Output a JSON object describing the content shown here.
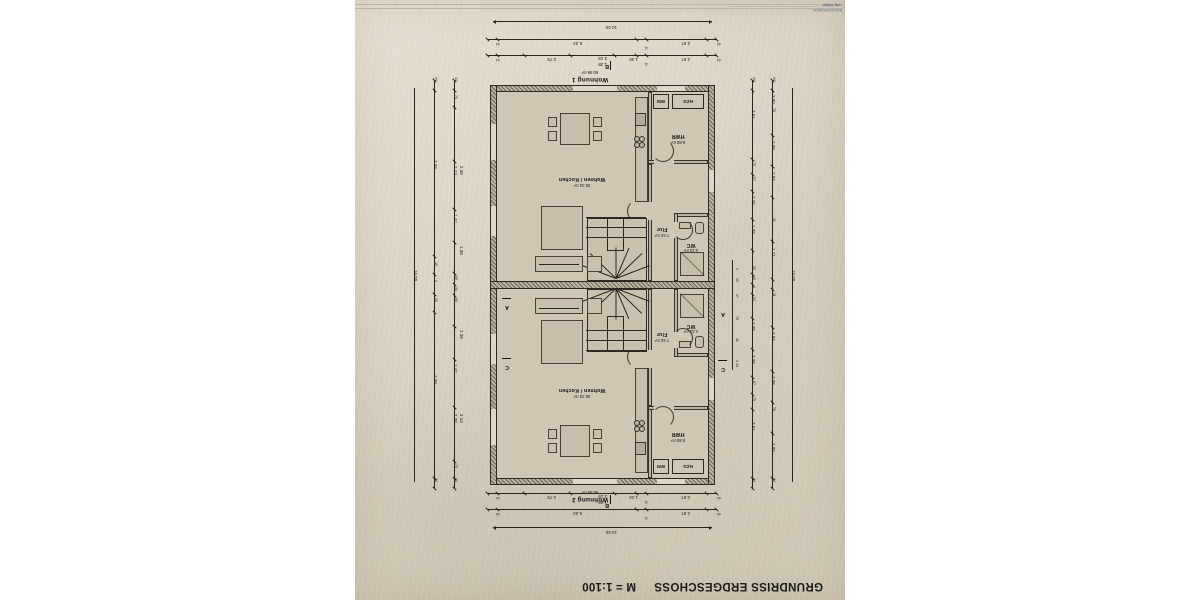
{
  "document": {
    "title": "GRUNDRISS ERDGESCHOSS",
    "scale": "M = 1:100",
    "titleblock": {
      "field_label": "BAUVORHABEN",
      "client": "Jörg Bregar"
    }
  },
  "units": [
    {
      "id": "wohnung-2",
      "name": "Wohnung 2",
      "area": "60.98 m²",
      "rooms": [
        {
          "id": "hwr-2",
          "name": "HWR",
          "area": "9.80 m²"
        },
        {
          "id": "wk-2",
          "name": "Wohnen / Kochen",
          "area": "39.33 m²"
        },
        {
          "id": "flur-2",
          "name": "Flur",
          "area": "7.52 m²"
        },
        {
          "id": "wc-2",
          "name": "WC",
          "area": "4.33 m²"
        }
      ],
      "equipment": [
        {
          "id": "hzg-2",
          "label": "HZG"
        },
        {
          "id": "wm-2",
          "label": "WM"
        }
      ]
    },
    {
      "id": "wohnung-1",
      "name": "Wohnung 1",
      "area": "60.99 m²",
      "rooms": [
        {
          "id": "hwr-1",
          "name": "HWR",
          "area": "9.80 m²"
        },
        {
          "id": "wk-1",
          "name": "Wohnen / Kochen",
          "area": "39.33 m²"
        },
        {
          "id": "flur-1",
          "name": "Flur",
          "area": "7.52 m²"
        },
        {
          "id": "wc-1",
          "name": "WC",
          "area": "4.33 m²"
        }
      ],
      "equipment": [
        {
          "id": "hzg-1",
          "label": "HZG"
        },
        {
          "id": "wm-1",
          "label": "WM"
        }
      ]
    }
  ],
  "section_markers": [
    {
      "id": "a",
      "label": "A"
    },
    {
      "id": "b",
      "label": "B"
    },
    {
      "id": "c-top",
      "label": "C"
    },
    {
      "id": "c-bottom",
      "label": "C"
    }
  ],
  "dimensions": {
    "overall_width": "10.00",
    "overall_height": "16.00",
    "top_chain_1": [
      "44",
      "2.67",
      "11",
      "6.33",
      "44"
    ],
    "top_chain_2": [
      "44",
      "2.67",
      "11",
      "1.40",
      "1.38",
      "2.19",
      "2.79",
      "44"
    ],
    "bottom_chain_1": [
      "44",
      "2.67",
      "11",
      "6.33",
      "44"
    ],
    "bottom_chain_2": [
      "44",
      "2.67",
      "11",
      "1.40",
      "1.38",
      "2.19",
      "2.79",
      "44"
    ],
    "left_chain_1": [
      "44",
      "2.00",
      "78",
      "1.38",
      "1.93",
      "11",
      "1.71",
      "11",
      "1.93",
      "1.38",
      "78",
      "2.00",
      "44"
    ],
    "left_chain_2": [
      "44",
      "3.51",
      "75",
      "67",
      "2.38",
      "1.38",
      "34",
      "4",
      "15",
      "15",
      "1.38",
      "2.38",
      "67",
      "75",
      "3.51",
      "44"
    ],
    "left_small": [
      "1.13",
      "11",
      "76",
      "47",
      "15",
      "4"
    ],
    "right_chain_1": [
      "44",
      "7.39",
      "15",
      "4",
      "15",
      "7.39",
      "44"
    ],
    "right_chain_2": [
      "44",
      "75",
      "2.38",
      "2.13",
      "1.47",
      "1.38",
      "89",
      "34",
      "89",
      "1.38",
      "1.47",
      "2.13",
      "2.38",
      "75",
      "44"
    ],
    "right_overall": "16.00"
  },
  "colors": {
    "paper": "#ded5c4",
    "ink": "#1b1a18",
    "wall_fill": "#b3aa98",
    "room_fill": "#cfc6b3",
    "titleblock_text": "#41506b"
  }
}
